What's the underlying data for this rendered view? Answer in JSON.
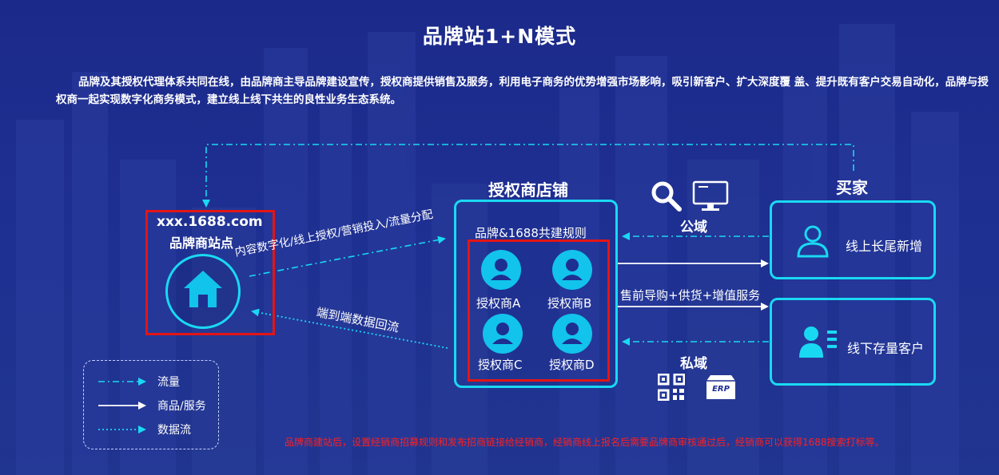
{
  "title": "品牌站1+N模式",
  "intro": "品牌及其授权代理体系共同在线，由品牌商主导品牌建设宣传，授权商提供销售及服务，利用电子商务的优势增强市场影响，吸引新客户、扩大深度覆 盖、提升既有客户交易自动化，品牌与授权商一起实现数字化商务模式，建立线上线下共生的良性业务生态系统。",
  "brand_site": {
    "domain": "xxx.1688.com",
    "name": "品牌商站点",
    "icon": "house-icon"
  },
  "flows": {
    "to_store": "内容数字化/线上授权/营销投入/流量分配",
    "back_to_brand": "端到端数据回流",
    "pre_sale": "售前导购+供货+增值服务"
  },
  "store": {
    "title": "授权商店铺",
    "rule": "品牌&1688共建规则",
    "agents": [
      "授权商A",
      "授权商B",
      "授权商C",
      "授权商D"
    ],
    "agent_icon": "person-icon"
  },
  "public_domain": {
    "label": "公域",
    "icons": [
      "search-icon",
      "monitor-icon"
    ]
  },
  "private_domain": {
    "label": "私域",
    "icons": [
      "qrcode-icon",
      "erp-icon"
    ],
    "erp_text": "ERP"
  },
  "buyer": {
    "title": "买家",
    "online": {
      "label": "线上长尾新增",
      "icon": "user-outline-icon"
    },
    "offline": {
      "label": "线下存量客户",
      "icon": "id-card-icon"
    }
  },
  "legend": [
    {
      "label": "流量",
      "style": "dash-dot"
    },
    {
      "label": "商品/服务",
      "style": "solid"
    },
    {
      "label": "数据流",
      "style": "dotted"
    }
  ],
  "note": "品牌商建站后，设置经销商招募规则和发布招商链接给经销商，经销商线上报名后需要品牌商审核通过后，经销商可以获得1688搜索打标等。",
  "colors": {
    "accent": "#19d9f2",
    "highlight": "#e31515",
    "background": "#1e2f92"
  }
}
